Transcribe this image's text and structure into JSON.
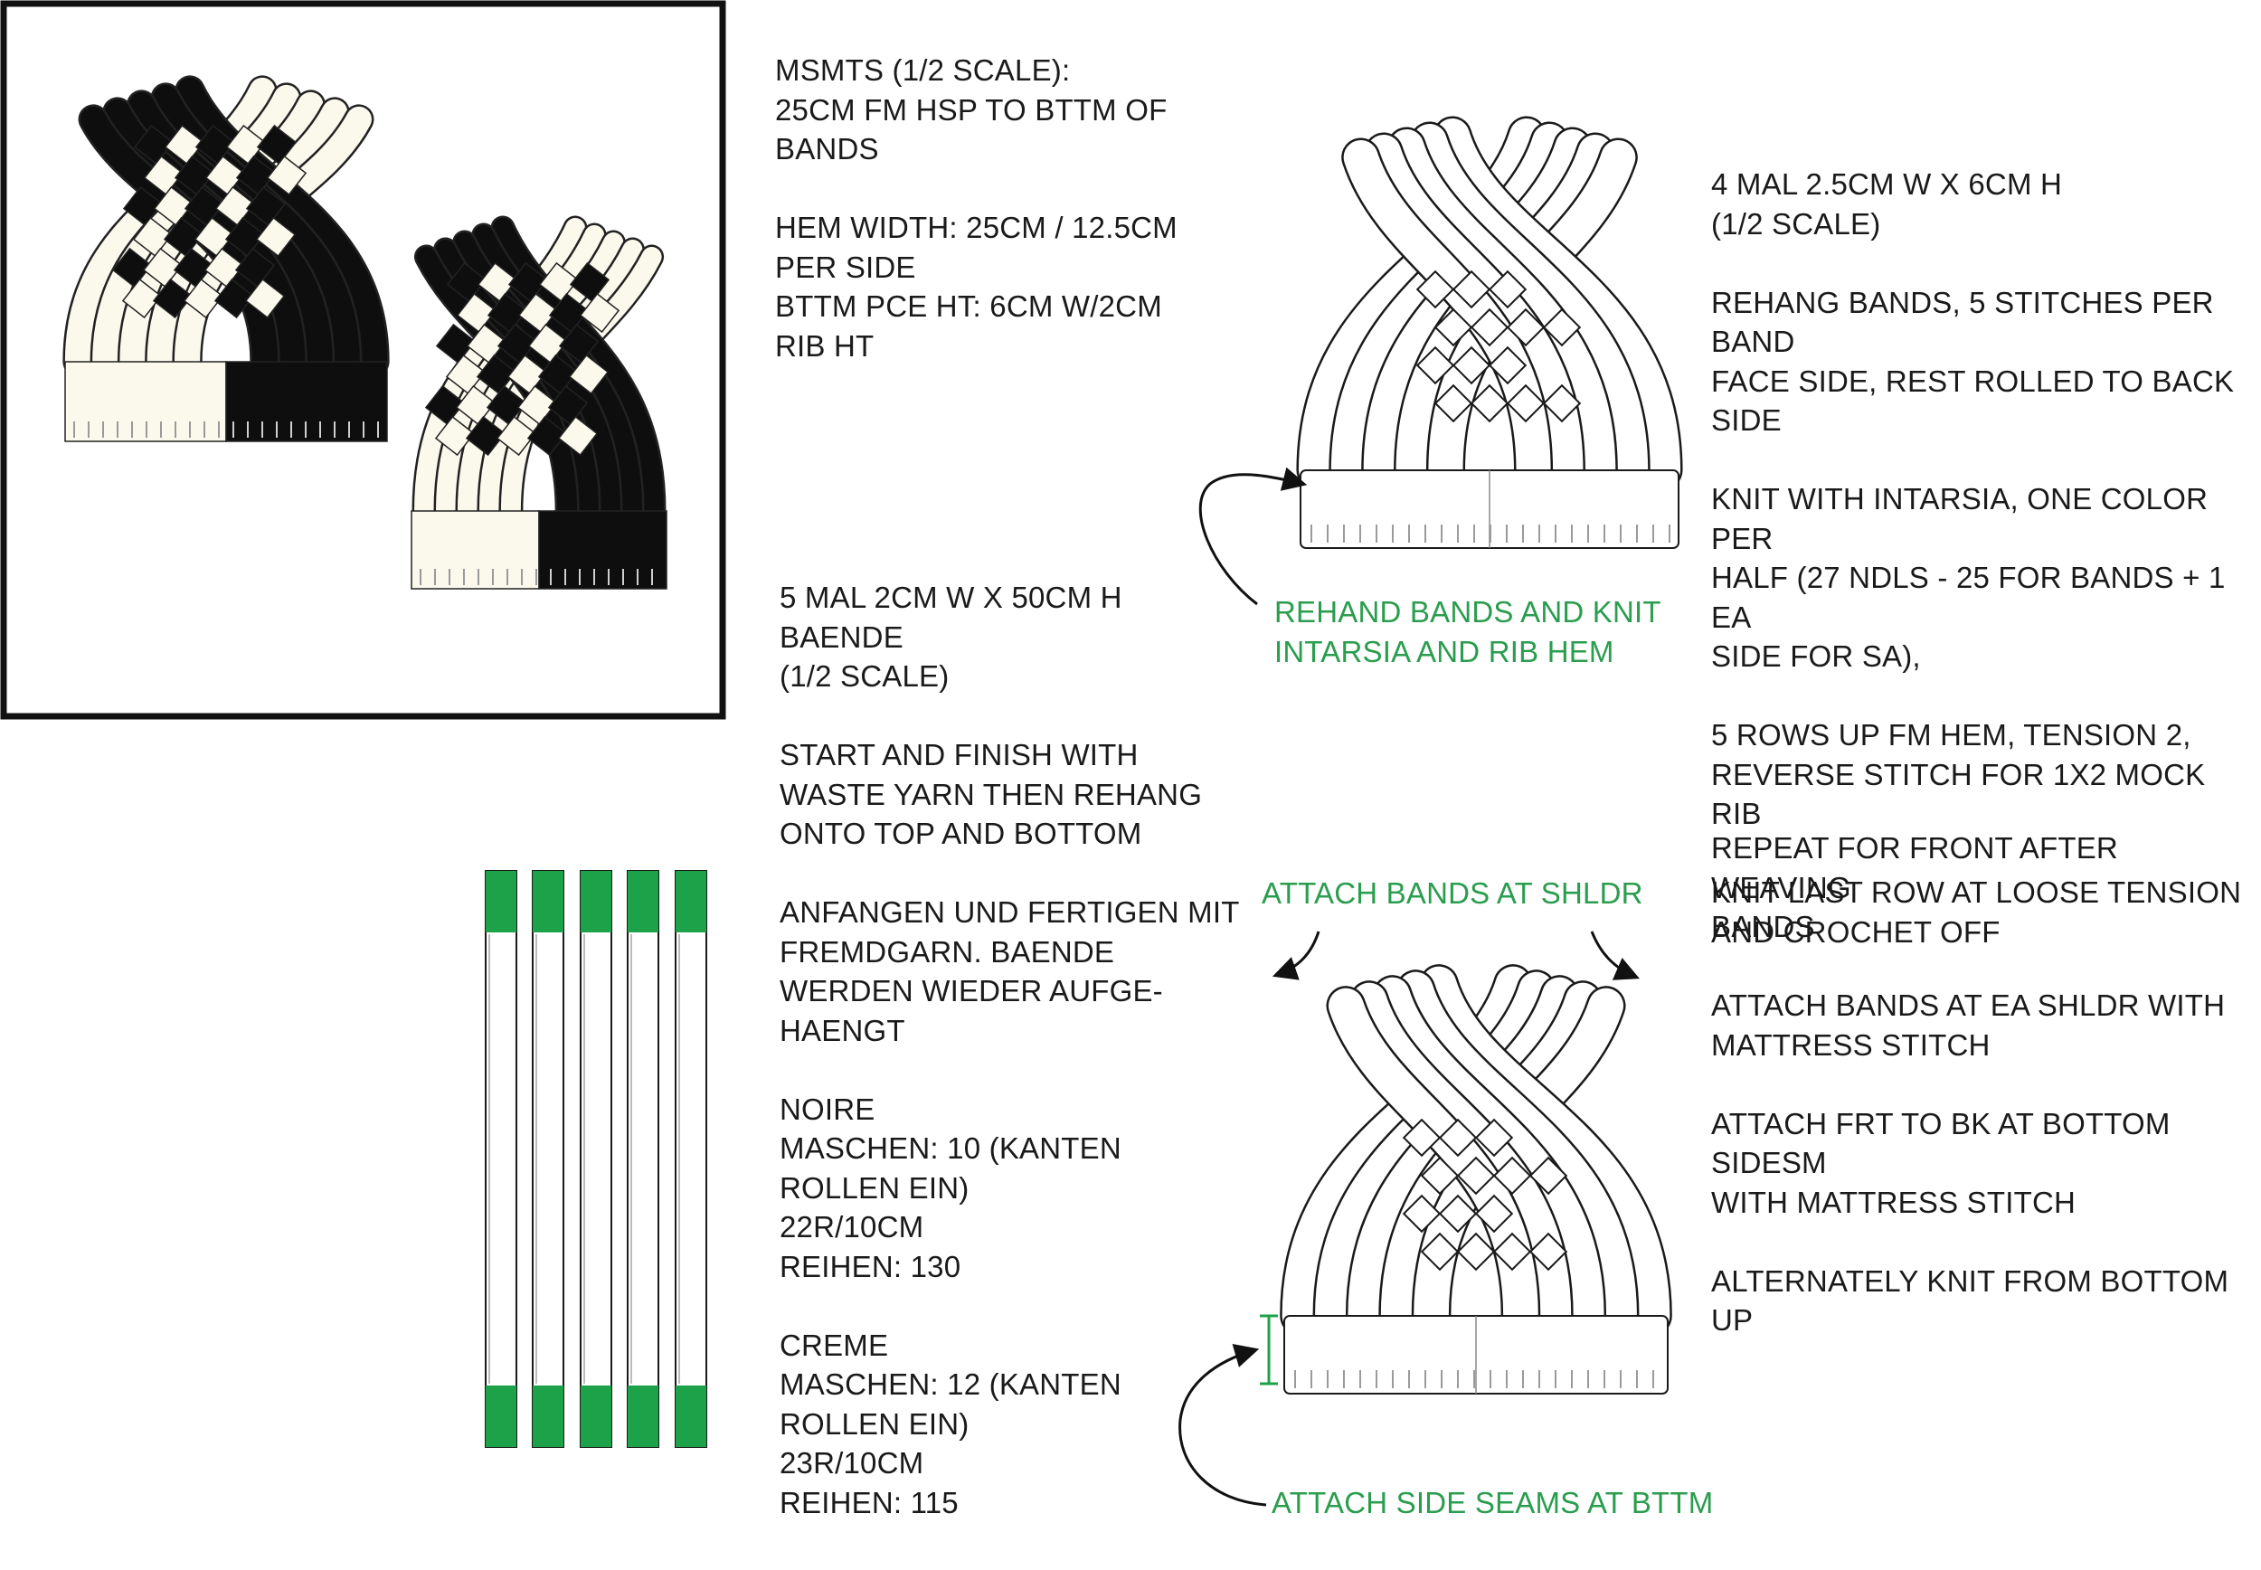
{
  "colors": {
    "black": "#0e0e0e",
    "cream": "#fbf9ec",
    "green": "#1da24a",
    "label_green": "#2a9d4e",
    "ink": "#1a1a1a"
  },
  "notes": {
    "measurements": "MSMTS (1/2 SCALE):\n25CM FM HSP TO BTTM OF\nBANDS\n\nHEM WIDTH: 25CM / 12.5CM\nPER SIDE\nBTTM PCE HT: 6CM W/2CM\nRIB HT",
    "bands": "5 MAL 2CM W X 50CM H\nBAENDE\n(1/2 SCALE)\n\nSTART AND FINISH WITH\nWASTE YARN THEN REHANG\nONTO TOP AND BOTTOM\n\nANFANGEN UND FERTIGEN MIT\nFREMDGARN. BAENDE\nWERDEN WIEDER AUFGE-\nHAENGT\n\nNOIRE\nMASCHEN:  10 (KANTEN\nROLLEN EIN)\n22R/10CM\nREIHEN: 130\n\nCREME\nMASCHEN:  12 (KANTEN\nROLLEN EIN)\n23R/10CM\nREIHEN: 115",
    "back_piece": "4 MAL 2.5CM W X 6CM H\n(1/2 SCALE)\n\nREHANG BANDS, 5 STITCHES PER BAND\nFACE SIDE, REST ROLLED TO BACK SIDE\n\nKNIT WITH INTARSIA, ONE COLOR PER\nHALF (27 NDLS - 25 FOR BANDS + 1 EA\nSIDE FOR SA),\n\n 5 ROWS UP FM HEM, TENSION 2,\nREVERSE STITCH FOR 1X2 MOCK RIB\n\nKNIT LAST ROW AT LOOSE TENSION\nAND CROCHET OFF",
    "front_piece": "REPEAT FOR FRONT AFTER WEAVING\nBANDS\n\nATTACH BANDS AT EA SHLDR WITH\nMATTRESS STITCH\n\nATTACH FRT TO BK AT BOTTOM SIDESM\nWITH MATTRESS STITCH\n\nALTERNATELY KNIT FROM BOTTOM UP"
  },
  "callouts": {
    "rehang": "REHAND BANDS AND KNIT\nINTARSIA AND RIB HEM",
    "attach_shoulder": "ATTACH BANDS AT SHLDR",
    "attach_side": "ATTACH SIDE SEAMS AT BTTM"
  },
  "icons": [
    "curved-arrow-icon",
    "height-marker-icon"
  ]
}
